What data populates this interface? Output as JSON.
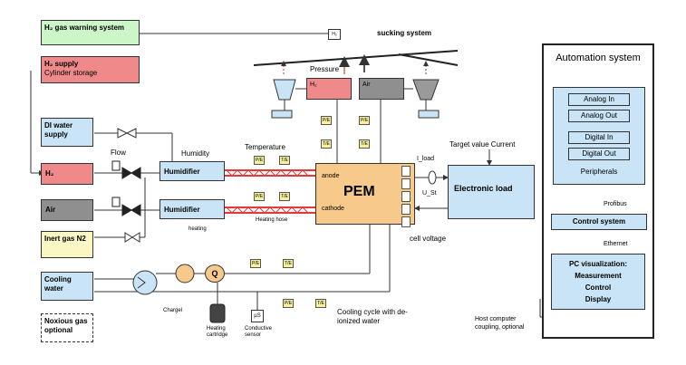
{
  "boxes": {
    "h2_warning": "H₂ gas warning system",
    "h2_supply_title": "H₂ supply",
    "h2_supply_sub": "Cylinder storage",
    "di_water": "DI water supply",
    "h2": "H₂",
    "air": "Air",
    "inert_gas": "Inert gas N2",
    "cooling_water": "Cooling water",
    "noxious_gas": "Noxious gas optional",
    "humidifier_1": "Humidifier",
    "humidifier_2": "Humidifier",
    "pem": "PEM",
    "anode": "anode",
    "cathode": "cathode",
    "electronic_load": "Electronic load",
    "h2_valve": "H₂",
    "air_valve": "Air"
  },
  "labels": {
    "sucking_system": "sucking system",
    "pressure": "Pressure",
    "flow": "Flow",
    "humidity": "Humidity",
    "temperature": "Temperature",
    "heating": "heating",
    "heating_hose": "Heating hose",
    "target_value": "Target value Current",
    "i_load": "I_load",
    "u_st": "U_St",
    "cell_voltage": "cell voltage",
    "cooling_cycle": "Cooling cycle with de-ionized water",
    "heating_cartridge": "Heating cartridge",
    "conductive_sensor": "Conductive sensor",
    "chargeback": "Chargel",
    "host_computer": "Host computer coupling, optional",
    "h2_sensor": "H₂",
    "us": "µS",
    "q": "Q"
  },
  "sensors": {
    "pe": "P/E",
    "te": "T/E"
  },
  "automation": {
    "title": "Automation system",
    "analog_in": "Analog In",
    "analog_out": "Analog Out",
    "digital_in": "Digital In",
    "digital_out": "Digital Out",
    "peripherals": "Peripherals",
    "profibus": "Profibus",
    "control_system": "Control system",
    "ethernet": "Ethernet",
    "pc_line1": "PC visualization:",
    "pc_line2": "Measurement",
    "pc_line3": "Control",
    "pc_line4": "Display"
  },
  "colors": {
    "green": "#ccf5c8",
    "red": "#f08a8a",
    "blue": "#c8e4f6",
    "grey": "#8f8f8f",
    "yellow": "#fbf7c4",
    "orange": "#f7c98a",
    "sensor": "#f6f19a",
    "hose": "#e23a3a"
  }
}
